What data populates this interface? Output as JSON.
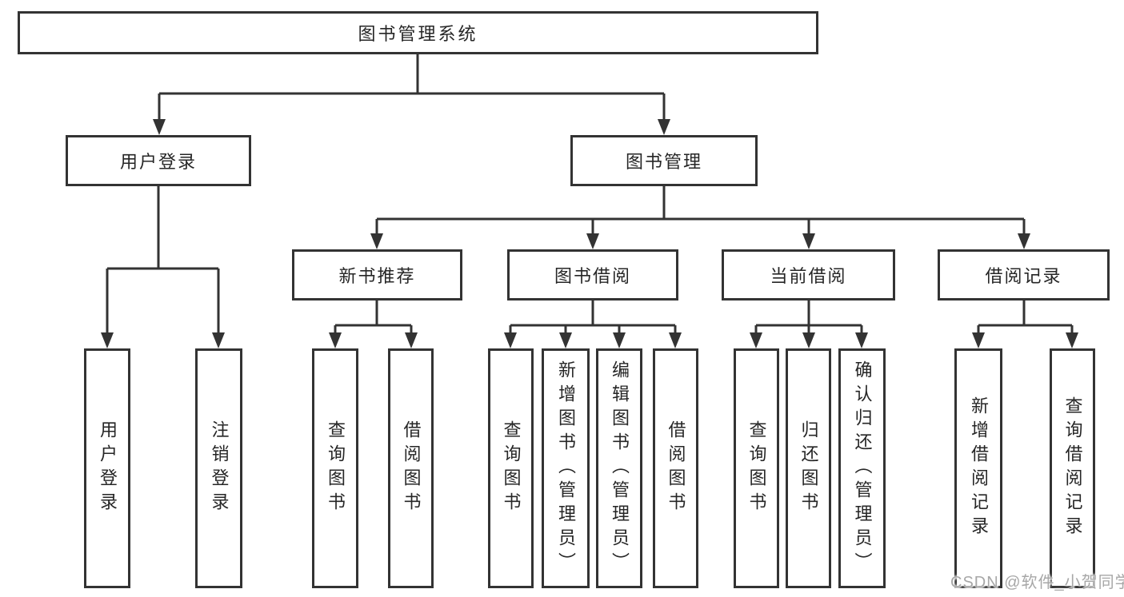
{
  "nodes": {
    "root": "图书管理系统",
    "level1": {
      "user_login": "用户登录",
      "book_mgmt": "图书管理"
    },
    "level2": {
      "new_book_rec": "新书推荐",
      "book_borrow": "图书借阅",
      "current_borrow": "当前借阅",
      "borrow_record": "借阅记录"
    },
    "leaves": {
      "ul_user_login": "用户登录",
      "ul_logout": "注销登录",
      "nb_query_book": "查询图书",
      "nb_borrow_book": "借阅图书",
      "bb_query_book": "查询图书",
      "bb_add_book": "新增图书（管理员）",
      "bb_edit_book": "编辑图书（管理员）",
      "bb_borrow_book": "借阅图书",
      "cb_query_book": "查询图书",
      "cb_return_book": "归还图书",
      "cb_confirm_return": "确认归还（管理员）",
      "br_add_record": "新增借阅记录",
      "br_query_record": "查询借阅记录"
    }
  },
  "hierarchy": {
    "图书管理系统": {
      "用户登录": [
        "用户登录",
        "注销登录"
      ],
      "图书管理": {
        "新书推荐": [
          "查询图书",
          "借阅图书"
        ],
        "图书借阅": [
          "查询图书",
          "新增图书（管理员）",
          "编辑图书（管理员）",
          "借阅图书"
        ],
        "当前借阅": [
          "查询图书",
          "归还图书",
          "确认归还（管理员）"
        ],
        "借阅记录": [
          "新增借阅记录",
          "查询借阅记录"
        ]
      }
    }
  },
  "watermark": "CSDN @软件_小贺同学",
  "colors": {
    "line": "#333333",
    "box_border": "#333333",
    "text": "#262626",
    "watermark": "#a7a7a7",
    "background": "#ffffff"
  }
}
